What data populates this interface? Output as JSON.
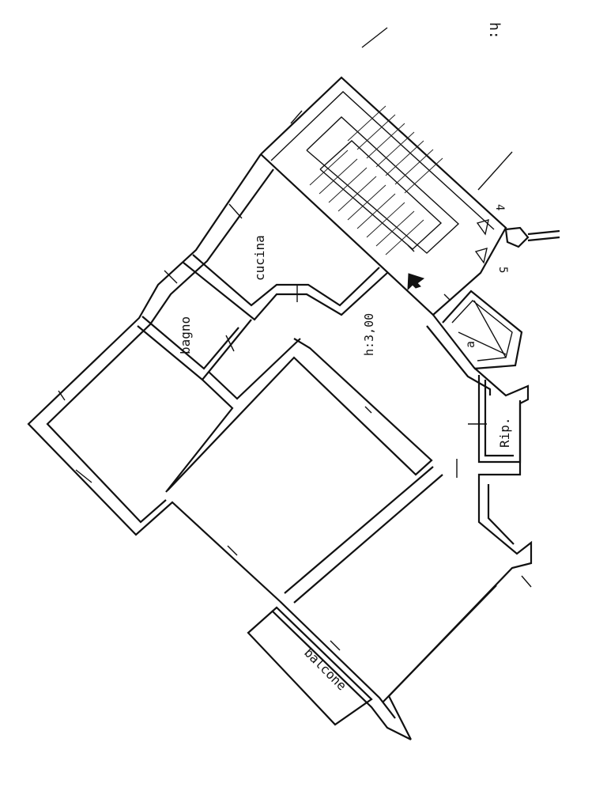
{
  "plan": {
    "corner_label": "h:",
    "ceiling_height": "h:3,00",
    "stair_numbers": [
      "4",
      "5"
    ],
    "rooms": {
      "kitchen": "cucina",
      "bathroom": "bagno",
      "storage": "Rip.",
      "balcony": "balcone",
      "lift": "a"
    }
  }
}
